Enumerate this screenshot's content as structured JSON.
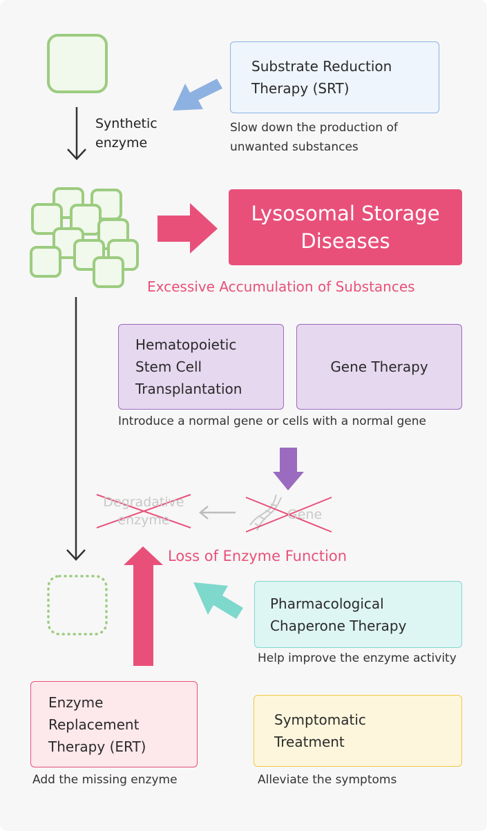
{
  "synthetic_enzyme_label": [
    "Synthetic",
    "enzyme"
  ],
  "srt": {
    "title": [
      "Substrate Reduction",
      "Therapy (SRT)"
    ],
    "caption": [
      "Slow down the production of",
      "unwanted substances"
    ]
  },
  "lsd": {
    "title": [
      "Lysosomal Storage",
      "Diseases"
    ],
    "subtitle": "Excessive Accumulation of Substances"
  },
  "hsct": {
    "title": [
      "Hematopoietic",
      "Stem Cell",
      "Transplantation"
    ]
  },
  "gene_therapy": {
    "title": "Gene Therapy"
  },
  "gene_caption": "Introduce a normal gene or cells with a normal gene",
  "crossed": {
    "degradative": [
      "Degradative",
      "enzyme"
    ],
    "gene": "Gene"
  },
  "loss_label": "Loss of Enzyme Function",
  "chaperone": {
    "title": [
      "Pharmacological",
      "Chaperone Therapy"
    ],
    "caption": "Help improve the enzyme activity"
  },
  "ert": {
    "title": [
      "Enzyme",
      "Replacement",
      "Therapy (ERT)"
    ],
    "caption": "Add the missing enzyme"
  },
  "symptomatic": {
    "title": [
      "Symptomatic",
      "Treatment"
    ],
    "caption": "Alleviate the symptoms"
  },
  "colors": {
    "green": "#9ccc80",
    "pink": "#e8507a",
    "purple": "#9b6bbf",
    "teal": "#7fd8cc",
    "blue": "#8db1e0",
    "yellow": "#f1c842"
  }
}
